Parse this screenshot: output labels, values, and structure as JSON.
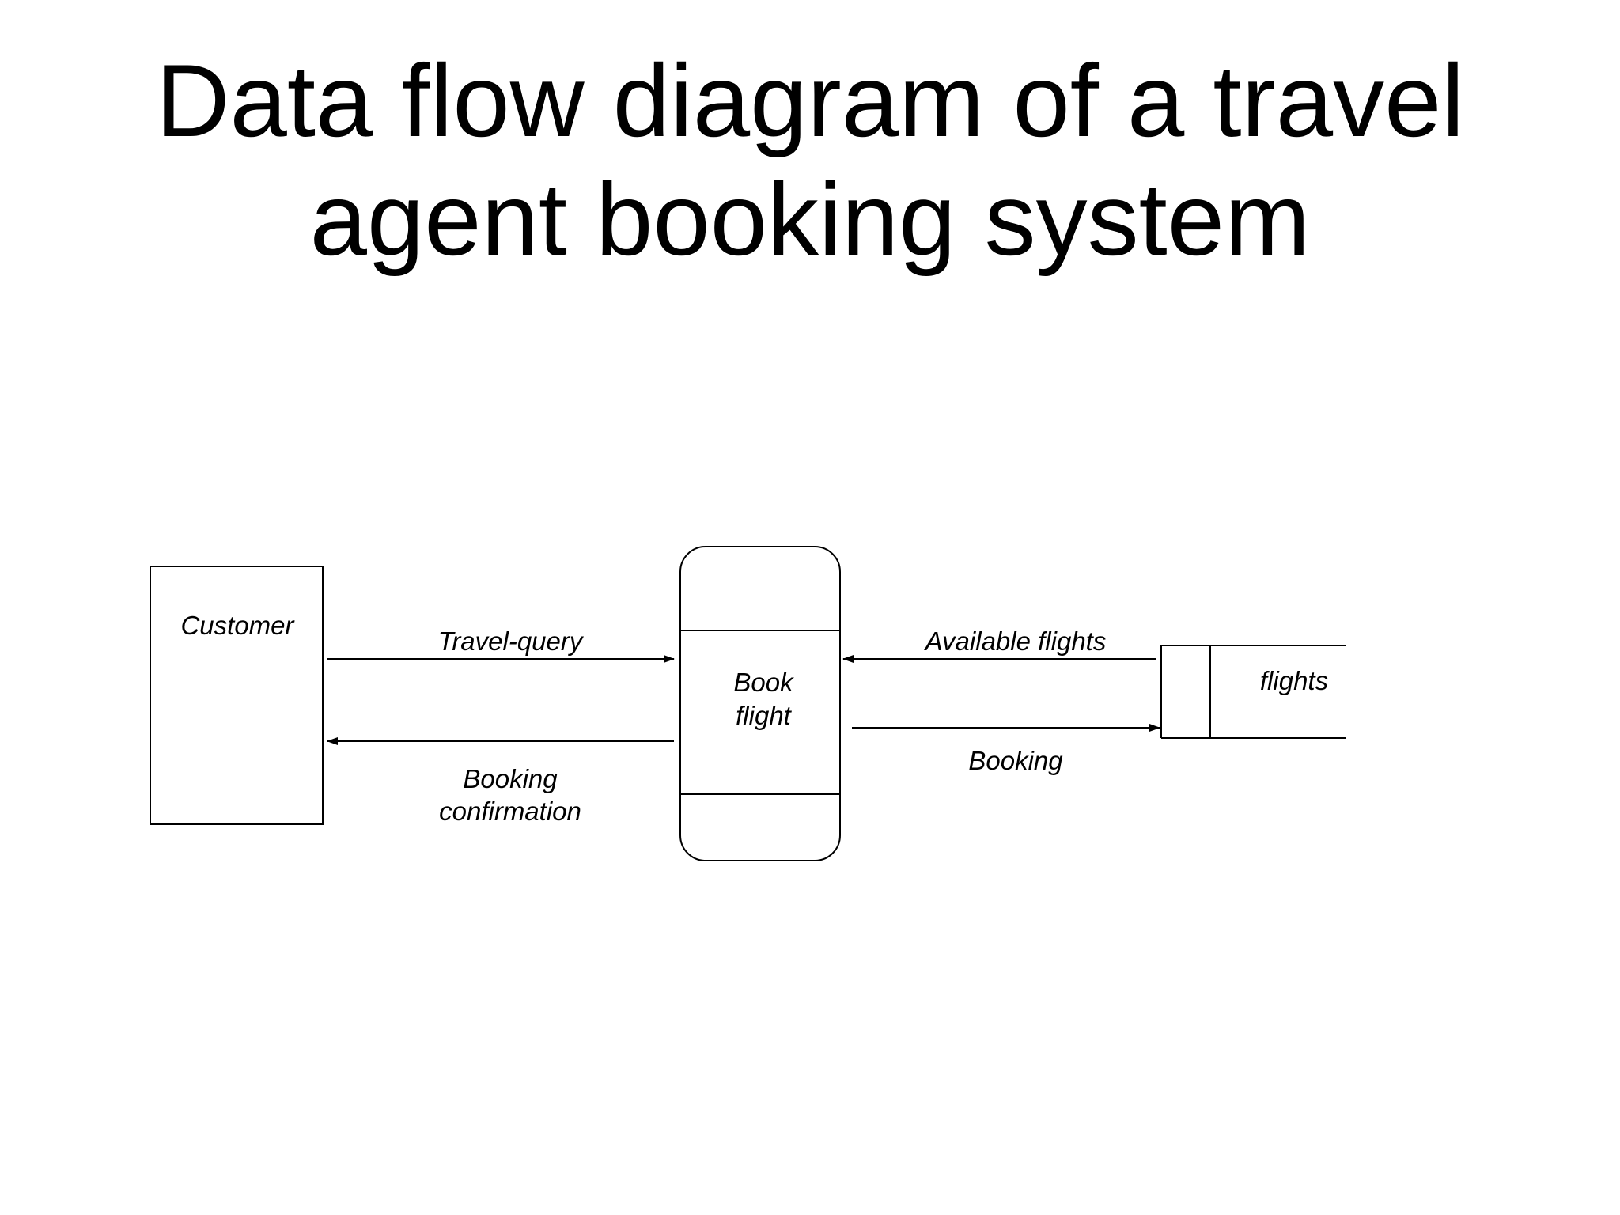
{
  "title": {
    "line1": "Data flow diagram of a travel",
    "line2": "agent booking system"
  },
  "diagram": {
    "entity": {
      "label": "Customer"
    },
    "process": {
      "label_line1": "Book",
      "label_line2": "flight"
    },
    "data_store": {
      "label": "flights"
    },
    "flows": {
      "travel_query": "Travel-query",
      "booking_confirmation_line1": "Booking",
      "booking_confirmation_line2": "confirmation",
      "available_flights": "Available flights",
      "booking": "Booking"
    }
  }
}
